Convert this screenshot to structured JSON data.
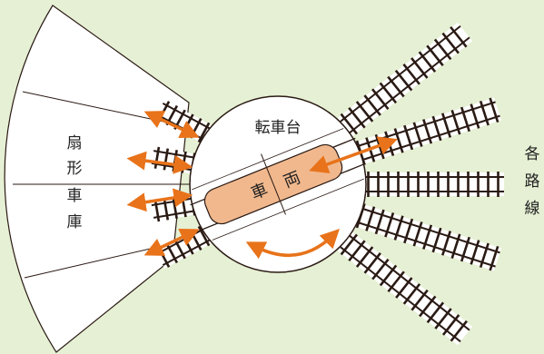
{
  "colors": {
    "background": "#e6f0d4",
    "rail": "#2a1a14",
    "track_bed": "#ffffff",
    "roundhouse_fill": "#ffffff",
    "turntable_fill": "#ffffff",
    "car_fill": "#f1b88d",
    "arrow": "#e8731a",
    "text": "#222222"
  },
  "labels": {
    "turntable": "転車台",
    "car_left": "車",
    "car_right": "両",
    "roundhouse": [
      "扇",
      "形",
      "車",
      "庫"
    ],
    "lines": [
      "各",
      "路",
      "線"
    ]
  },
  "icons": {
    "transfer_arrow": "double-headed-arrow",
    "rotation_arrow": "curved-double-arrow"
  }
}
